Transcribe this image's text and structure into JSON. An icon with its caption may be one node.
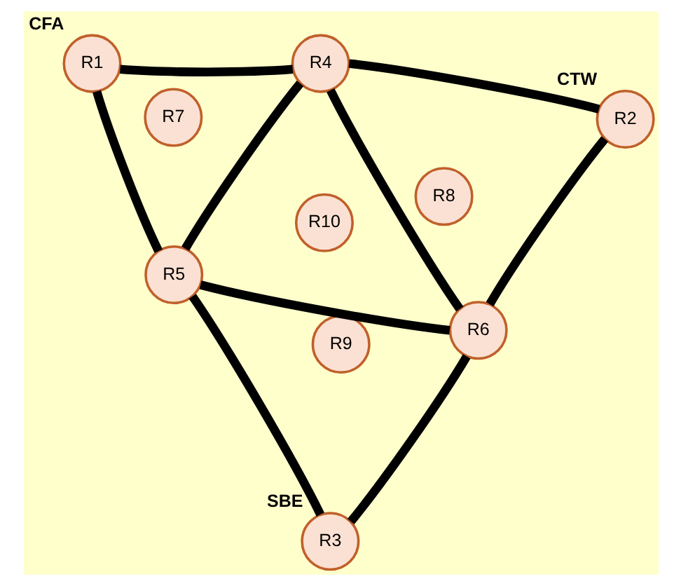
{
  "diagram": {
    "nodes": [
      {
        "text": [
          "R1"
        ],
        "beside": [
          "CFA"
        ]
      },
      {
        "text": [
          "R2"
        ],
        "beside": [
          "CTW"
        ]
      },
      {
        "text": [
          "R3"
        ],
        "beside": [
          "SBE"
        ]
      },
      {
        "text": [
          "R4"
        ]
      },
      {
        "text": [
          "R5"
        ]
      },
      {
        "text": [
          "R6"
        ]
      },
      {
        "text": [
          "R7"
        ]
      },
      {
        "text": [
          "R8"
        ]
      },
      {
        "text": [
          "R9"
        ]
      },
      {
        "text": [
          "R10"
        ]
      }
    ],
    "edges": [
      {
        "from": 0,
        "to": 3,
        "arrow": "none"
      },
      {
        "from": 0,
        "to": 4,
        "arrow": "none"
      },
      {
        "from": 3,
        "to": 4,
        "arrow": "none"
      },
      {
        "from": 3,
        "to": 1,
        "arrow": "none"
      },
      {
        "from": 3,
        "to": 5,
        "arrow": "none"
      },
      {
        "from": 4,
        "to": 5,
        "arrow": "none"
      },
      {
        "from": 4,
        "to": 2,
        "arrow": "none"
      },
      {
        "from": 1,
        "to": 5,
        "arrow": "none"
      },
      {
        "from": 5,
        "to": 2,
        "arrow": "none"
      }
    ]
  }
}
